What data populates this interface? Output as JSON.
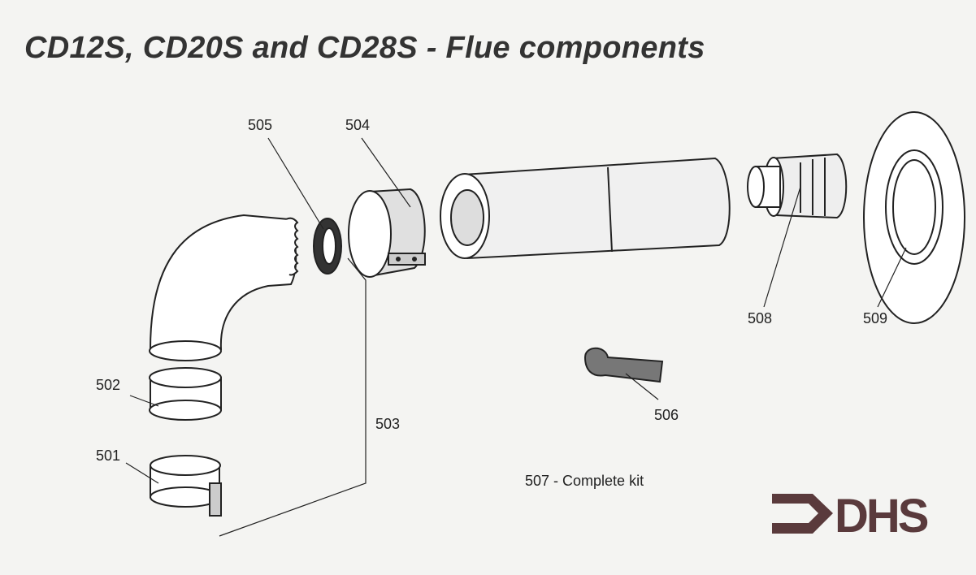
{
  "title": "CD12S, CD20S and CD28S - Flue components",
  "parts": {
    "p501": "501",
    "p502": "502",
    "p503": "503",
    "p504": "504",
    "p505": "505",
    "p506": "506",
    "p507": "507 - Complete kit",
    "p508": "508",
    "p509": "509"
  },
  "logo": {
    "text": "DHS",
    "color": "#5a3a3c"
  }
}
